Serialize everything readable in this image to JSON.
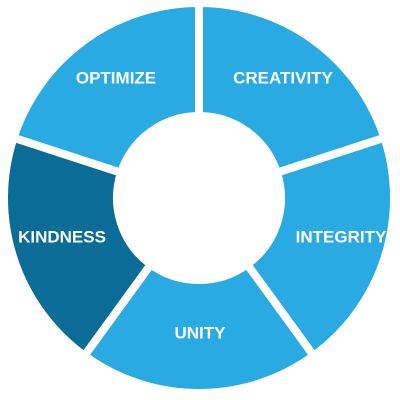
{
  "diagram": {
    "segments": [
      {
        "label": "CREATIVITY",
        "color": "#29aae2",
        "highlighted": false
      },
      {
        "label": "INTEGRITY",
        "color": "#29aae2",
        "highlighted": false
      },
      {
        "label": "UNITY",
        "color": "#29aae2",
        "highlighted": false
      },
      {
        "label": "KINDNESS",
        "color": "#0b6c98",
        "highlighted": true
      },
      {
        "label": "OPTIMIZE",
        "color": "#29aae2",
        "highlighted": false
      }
    ]
  }
}
